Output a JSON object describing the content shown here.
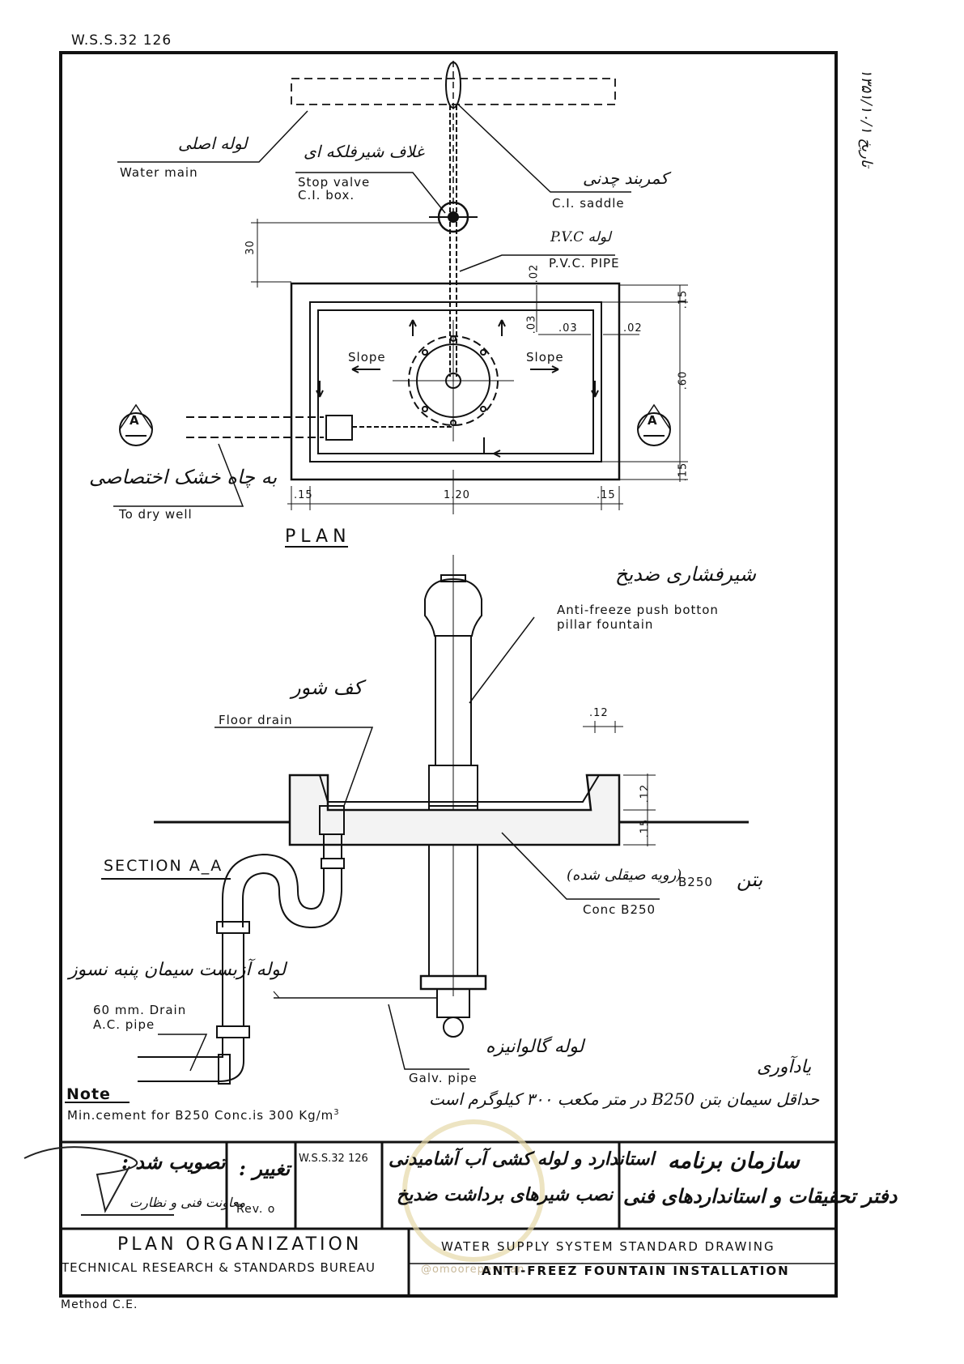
{
  "header": {
    "doc_code": "W.S.S.32 126"
  },
  "side_date": "۱۳۵۱/۱۰/۱  تاریخ",
  "plan": {
    "title": "PLAN",
    "water_main": {
      "fa": "لوله اصلی",
      "en": "Water main"
    },
    "stop_valve": {
      "fa": "غلاف شیرفلکه ای",
      "en_1": "Stop valve",
      "en_2": "C.I. box."
    },
    "saddle": {
      "fa": "کمربند چدنی",
      "en": "C.I. saddle"
    },
    "pvc": {
      "fa": "لوله P.V.C",
      "en": "P.V.C. PIPE"
    },
    "dry_well": {
      "fa": "به چاه خشک اختصاصی",
      "en": "To dry well"
    },
    "slope_left": "Slope",
    "slope_right": "Slope",
    "section_marker": "A",
    "dims": {
      "d30": "30",
      "d02a": ".02",
      "d03v": ".03",
      "d03h": ".03",
      "d02b": ".02",
      "d15a": ".15",
      "d60": ".60",
      "d15b": ".15",
      "w15a": ".15",
      "w120": "1.20",
      "w15b": ".15"
    }
  },
  "section": {
    "title": "SECTION A_A",
    "fountain": {
      "fa": "شیرفشاری ضدیخ",
      "en_1": "Anti-freeze push botton",
      "en_2": "pillar fountain"
    },
    "floor_drain": {
      "fa": "کف شور",
      "en": "Floor drain"
    },
    "concrete": {
      "fa_1": "بتن",
      "code": "B250",
      "fa_2": "(رویه صیقلی شده)",
      "en": "Conc B250"
    },
    "drain_pipe": {
      "fa": "لوله آزبست سیمان پنبه نسوز",
      "en_1": "60 mm. Drain",
      "en_2": "A.C. pipe"
    },
    "galv": {
      "fa": "لوله گالوانیزه",
      "en": "Galv. pipe"
    },
    "dims": {
      "d12top": ".12",
      "d12": ".12",
      "d15": ".15"
    }
  },
  "note": {
    "title": "Note",
    "text": "Min.cement for B250 Conc.is 300 Kg/m",
    "sup": "3",
    "fa_title": "یادآوری",
    "fa_text": "حداقل سیمان بتن B250 در متر مکعب ۳۰۰ کیلوگرم است"
  },
  "title_block": {
    "approved_fa": "تصویب شد :",
    "approved_sub_fa": "معاونت فنی و نظارت",
    "revision_fa": "تغییر :",
    "rev": "Rev. o",
    "code": "W.S.S.32 126",
    "standard_fa_1": "استاندارد و لوله کشی آب آشامیدنی",
    "standard_fa_2": "نصب شیرهای برداشت ضدیخ",
    "org_fa_1": "سازمان برنامه",
    "org_fa_2": "دفتر تحقیقات و استانداردهای فنی",
    "org_en_1": "PLAN ORGANIZATION",
    "org_en_2": "TECHNICAL RESEARCH & STANDARDS BUREAU",
    "title_en_1": "WATER SUPPLY SYSTEM STANDARD DRAWING",
    "title_en_2": "ANTI-FREEZ FOUNTAIN INSTALLATION",
    "watermark": "@omoorepeyman"
  },
  "footer": {
    "method": "Method C.E."
  }
}
